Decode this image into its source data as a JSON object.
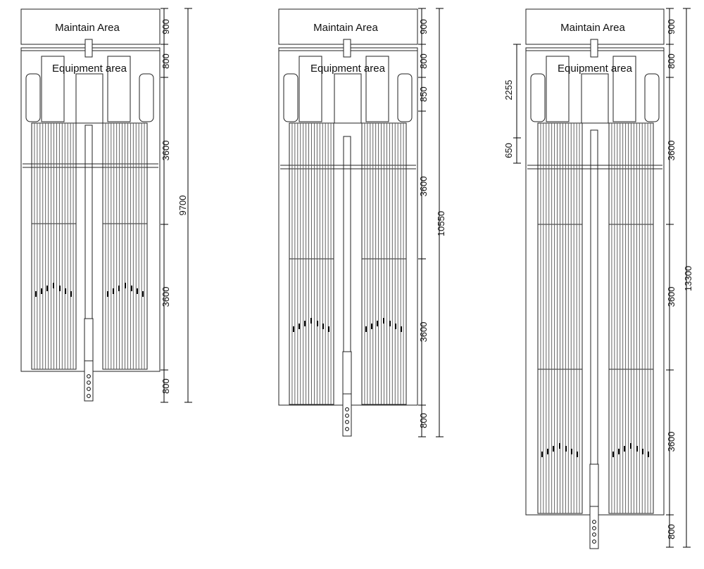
{
  "labels": {
    "maintain": "Maintain Area",
    "equipment": "Equipment area"
  },
  "drawings": [
    {
      "id": "left",
      "dims": {
        "maintain": "900",
        "equip": "800",
        "module1": "3600",
        "module2": "3600",
        "bottom": "800",
        "total": "9700"
      }
    },
    {
      "id": "middle",
      "dims": {
        "maintain": "900",
        "equip": "800",
        "extra": "850",
        "module1": "3600",
        "module2": "3600",
        "bottom": "800",
        "total": "10550"
      }
    },
    {
      "id": "right",
      "dims": {
        "maintain": "900",
        "equip": "800",
        "module1": "3600",
        "module2": "3600",
        "module3": "3600",
        "bottom": "800",
        "total": "13300",
        "side_upper": "2255",
        "side_lower": "650"
      }
    }
  ]
}
